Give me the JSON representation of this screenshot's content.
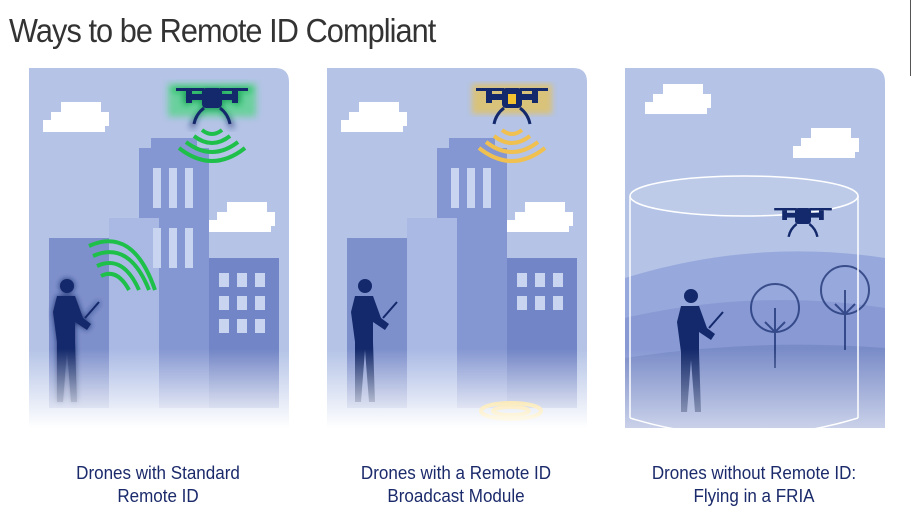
{
  "page": {
    "title": "Ways to be Remote ID Compliant"
  },
  "panels": [
    {
      "caption_line1": "Drones with Standard",
      "caption_line2": "Remote ID",
      "highlight_color": "#22dd55",
      "drone_icon": "drone-icon",
      "signal_icon": "broadcast-signal-icon"
    },
    {
      "caption_line1": "Drones with a Remote ID",
      "caption_line2": "Broadcast Module",
      "highlight_color": "#f2c230",
      "drone_icon": "drone-with-module-icon",
      "signal_icon": "broadcast-signal-icon"
    },
    {
      "caption_line1": "Drones without Remote ID:",
      "caption_line2": "Flying in a FRIA",
      "highlight_color": "#ffffff",
      "drone_icon": "drone-icon",
      "signal_icon": "none"
    }
  ],
  "colors": {
    "sky": "#b4c3e6",
    "building": "#7e90cc",
    "navy": "#13296b",
    "caption": "#1b2a6b"
  }
}
